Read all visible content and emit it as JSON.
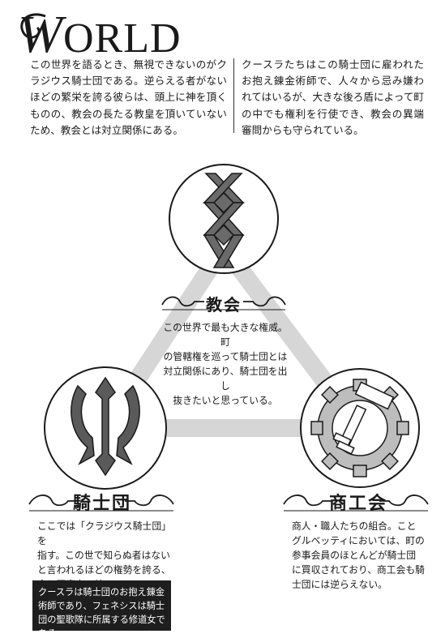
{
  "title": {
    "first_letter": "W",
    "rest": "ORLD"
  },
  "intro": {
    "left": "この世界を語るとき、無視できないのがクラジウス騎士団である。逆らえる者がないほどの繁栄を誇る彼らは、頭上に神を頂くものの、教会の長たる教皇を頂いていないため、教会とは対立関係にある。",
    "right": "クースラたちはこの騎士団に雇われたお抱え錬金術師で、人々から忌み嫌われてはいるが、大きな後ろ盾によって町の中でも権利を行使でき、教会の異端審問からも守られている。"
  },
  "factions": {
    "church": {
      "label": "教会",
      "icon": "knot-icon",
      "desc": [
        "この世界で最も大きな権威。町",
        "の管轄権を巡って騎士団とは",
        "対立関係にあり、騎士団を出し",
        "抜きたいと思っている。"
      ]
    },
    "knights": {
      "label": "騎士団",
      "icon": "trident-crest-icon",
      "desc": [
        "ここでは「クラジウス騎士団」を",
        "指す。この世で知らぬ者はないと言われるほどの権勢を誇る、",
        "金と軍事力の塊。"
      ]
    },
    "guild": {
      "label": "商工会",
      "icon": "gear-hammer-icon",
      "desc": [
        "商人・職人たちの組合。ことグルベッティにおいては、町の参事会員のほとんどが騎士団に買収されており、商工会も騎士団には逆らえない。"
      ]
    }
  },
  "note": "クースラは騎士団のお抱え錬金術師であり、フェネシスは騎士団の聖歌隊に所属する修道女である。",
  "colors": {
    "text": "#1a1a1a",
    "triangle": "#d6d6d6",
    "icon_fill": "#5a5a5a",
    "note_bg": "#1e1e1e"
  }
}
